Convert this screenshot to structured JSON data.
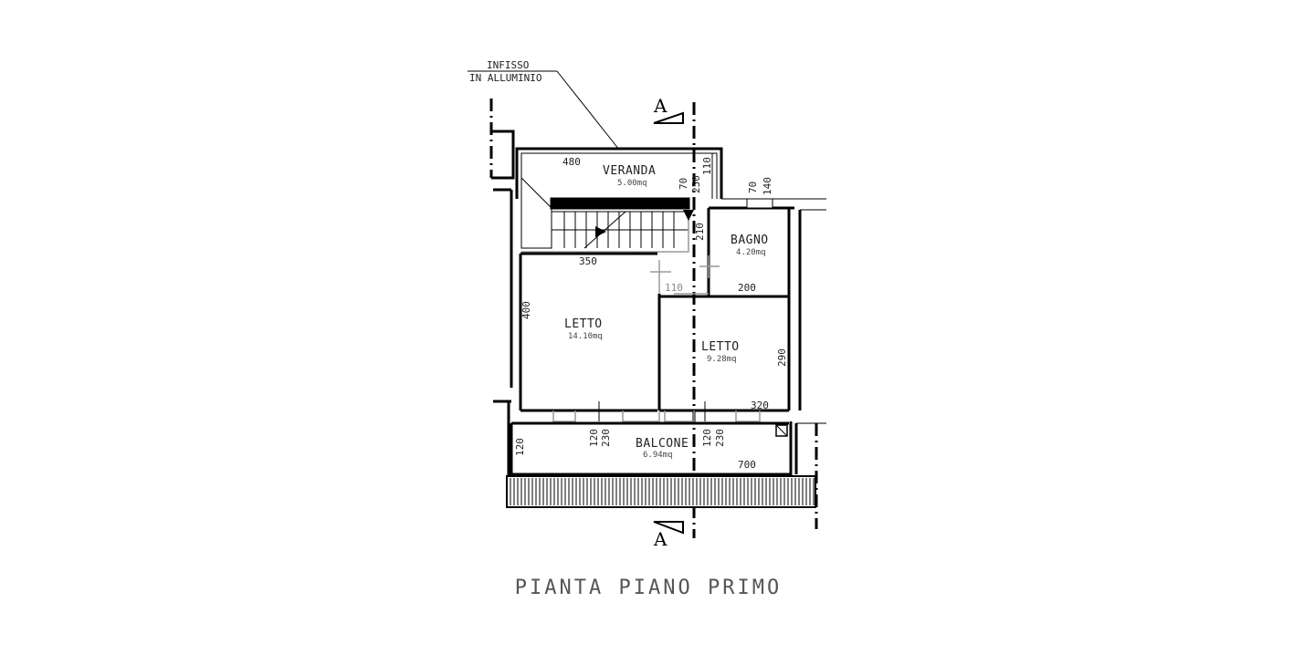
{
  "labels": {
    "infisso_line1": "INFISSO",
    "infisso_line2": "IN ALLUMINIO",
    "section_top": "A",
    "section_bottom": "A",
    "title": "PIANTA PIANO PRIMO"
  },
  "rooms": {
    "veranda": {
      "name": "VERANDA",
      "area": "5.00mq"
    },
    "bagno": {
      "name": "BAGNO",
      "area": "4.20mq"
    },
    "letto1": {
      "name": "LETTO",
      "area": "14.10mq"
    },
    "letto2": {
      "name": "LETTO",
      "area": "9.28mq"
    },
    "balcone": {
      "name": "BALCONE",
      "area": "6.94mq"
    }
  },
  "dimensions": {
    "veranda_width": "480",
    "veranda_depth": "110",
    "veranda_door_70": "70",
    "veranda_door_250": "250",
    "bagno_window_70": "70",
    "bagno_window_140": "140",
    "stair_210": "210",
    "stair_width": "350",
    "corridor_110": "110",
    "bagno_width": "200",
    "letto1_depth": "400",
    "letto2_depth": "290",
    "letto2_width": "320",
    "door1_120": "120",
    "door1_230": "230",
    "door2_120": "120",
    "door2_230": "230",
    "balcone_depth": "120",
    "balcone_width": "700"
  }
}
